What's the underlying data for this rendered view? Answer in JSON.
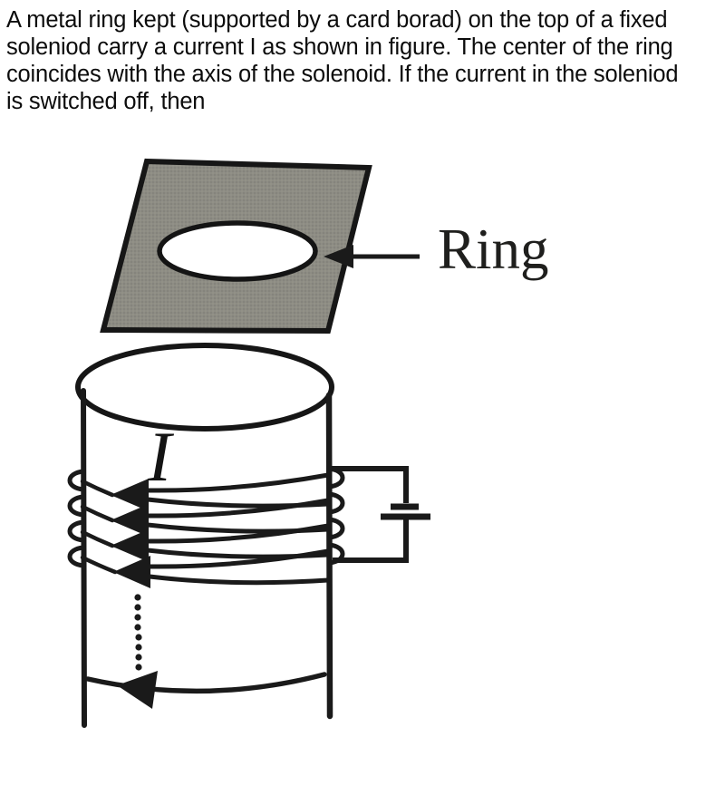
{
  "question": {
    "lines": [
      "A metal ring kept (supported by a card borad) on the top of a fixed",
      "soleniod carry a current I as shown in figure. The center of the ring",
      "coincides with the axis of the solenoid. If the current in the soleniod",
      "is switched off, then"
    ]
  },
  "figure": {
    "labels": {
      "ring": "Ring",
      "current": "I"
    },
    "colors": {
      "ink": "#1a1a1a",
      "cardboard_fill": "#8d8c84",
      "cardboard_texture": "#807f77",
      "paper": "#ffffff"
    }
  }
}
